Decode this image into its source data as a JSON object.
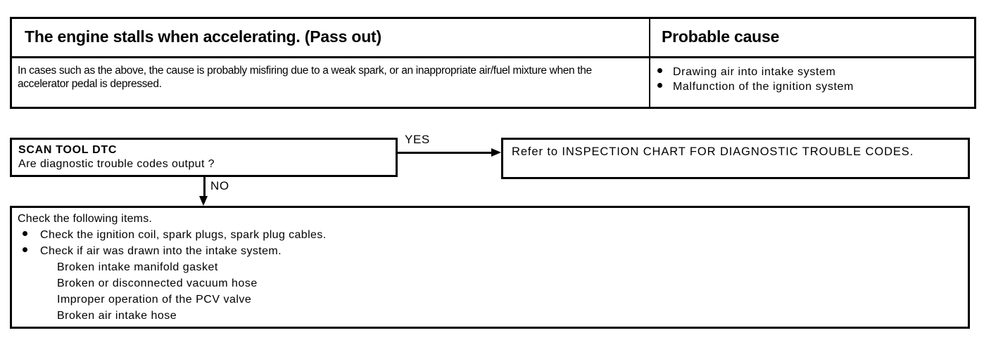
{
  "table": {
    "header": {
      "symptom": "The engine stalls when accelerating. (Pass out)",
      "probable_cause": "Probable cause"
    },
    "description": "In cases such as the above, the cause is probably misfiring due to a weak spark, or an inappropriate air/fuel mixture when the accelerator pedal is depressed.",
    "causes": [
      "Drawing air into intake system",
      "Malfunction of the ignition system"
    ]
  },
  "flow": {
    "scan_box": {
      "title": "SCAN TOOL DTC",
      "question": "Are diagnostic trouble codes output ?"
    },
    "yes_label": "YES",
    "no_label": "NO",
    "refer_box": {
      "text": "Refer to INSPECTION CHART FOR DIAGNOSTIC TROUBLE CODES."
    },
    "check_box": {
      "intro": "Check the following items.",
      "items": [
        "Check the ignition coil, spark plugs, spark plug cables.",
        "Check if air was drawn into the intake system."
      ],
      "sub_items": [
        "Broken intake manifold gasket",
        "Broken or disconnected vacuum hose",
        "Improper operation of the PCV valve",
        "Broken air intake hose"
      ]
    }
  },
  "colors": {
    "ink": "#000000",
    "paper": "#ffffff"
  }
}
